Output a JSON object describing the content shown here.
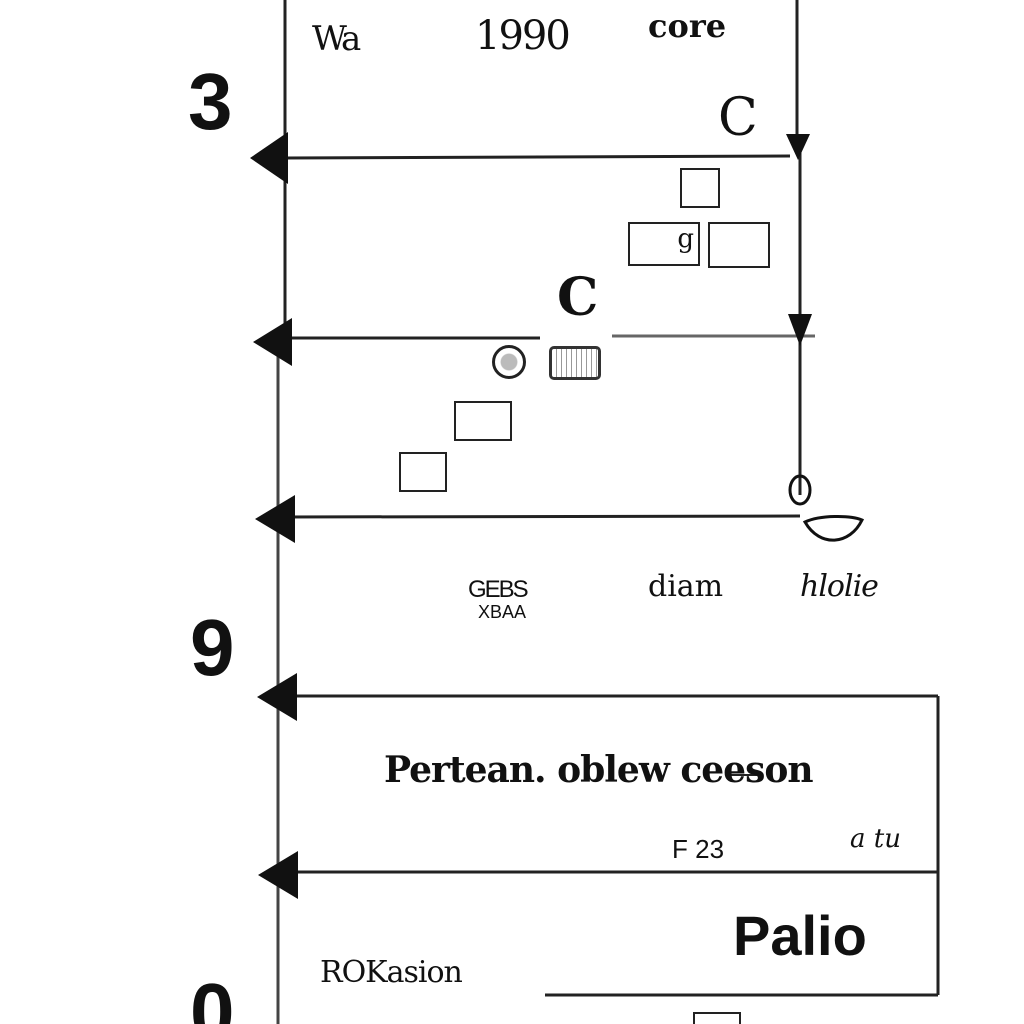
{
  "numbers": {
    "n3": "3",
    "n9": "9",
    "n0": "0"
  },
  "top": {
    "label_left": "Wa",
    "label_year": "1990",
    "label_right": "core"
  },
  "mid": {
    "glyph_c_upper": "C",
    "glyph_c_lower": "C",
    "glyph_g": "g"
  },
  "row4": {
    "label_left_top": "GEBS",
    "label_left_bottom": "XBAA",
    "label_center": "diam",
    "label_right": "hlolie"
  },
  "panel1": {
    "heading": "Pertean. oblew ceeson",
    "label_left": "F 23",
    "label_right": "a tu"
  },
  "panel2": {
    "heading": "Palio",
    "label_left": "ROKasion"
  }
}
